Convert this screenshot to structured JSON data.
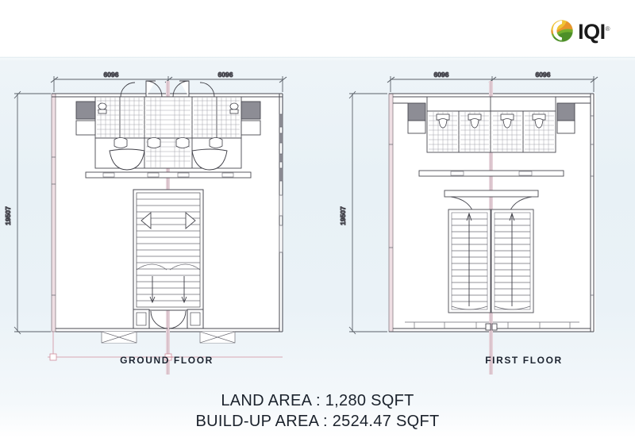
{
  "brand": {
    "logo_icon": "iqi-circular-swirl-logo-icon",
    "name": "IQI",
    "trademark": "®",
    "colors": {
      "green": "#5f9e2f",
      "light_green": "#9cc93b",
      "orange": "#e8952a",
      "yellow": "#f0c233",
      "text": "#1a1a1a"
    }
  },
  "plans": [
    {
      "id": "ground-floor",
      "label": "GROUND FLOOR",
      "dimensions": {
        "top_left": "6096",
        "top_right": "6096",
        "side": "19507"
      }
    },
    {
      "id": "first-floor",
      "label": "FIRST FLOOR",
      "dimensions": {
        "top_left": "6096",
        "top_right": "6096",
        "side": "19507"
      }
    }
  ],
  "caption": {
    "land_area": "LAND AREA : 1,280 SQFT",
    "build_up_area": "BUILD-UP AREA : 2524.47 SQFT"
  },
  "drawing_colors": {
    "wall_line": "#4a4a52",
    "thin_line": "#6d6d75",
    "centerline": "#c9a9b4",
    "dimension_line": "#5a6068",
    "dimension_text": "#14181d",
    "fill": "#ffffff",
    "hatch": "#8d8d95",
    "background": "#e8f1f6"
  }
}
